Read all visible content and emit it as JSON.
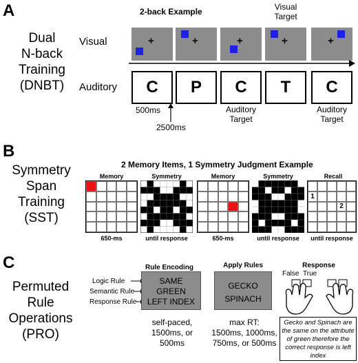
{
  "panel_a": {
    "letter": "A",
    "side_lines": [
      "Dual",
      "N-back",
      "Training",
      "(DNBT)"
    ],
    "example_title": "2-back Example",
    "visual_target_label": [
      "Visual",
      "Target"
    ],
    "visual_row_label": "Visual",
    "auditory_row_label": "Auditory",
    "letters": [
      "C",
      "P",
      "C",
      "T",
      "C"
    ],
    "duration_label": "500ms",
    "isi_label": "2500ms",
    "auditory_target_label": [
      "Auditory",
      "Target"
    ],
    "colors": {
      "stimulus_gray": "#8c8c8c",
      "target_square": "#1f1fe6"
    }
  },
  "panel_b": {
    "letter": "B",
    "side_lines": [
      "Symmetry",
      "Span",
      "Training",
      "(SST)"
    ],
    "example_title": "2 Memory Items, 1 Symmetry Judgment Example",
    "frames": [
      {
        "title": "Memory",
        "caption": "650-ms"
      },
      {
        "title": "Symmetry",
        "caption": "until response"
      },
      {
        "title": "Memory",
        "caption": "650-ms"
      },
      {
        "title": "Symmetry",
        "caption": "until response"
      },
      {
        "title": "Recall",
        "caption": "until response"
      }
    ],
    "recall_numbers": [
      "1",
      "2"
    ],
    "colors": {
      "memory_cell": "#ee1111"
    }
  },
  "panel_c": {
    "letter": "C",
    "side_lines": [
      "Permuted",
      "Rule",
      "Operations",
      "(PRO)"
    ],
    "rule_encoding_title": "Rule Encoding",
    "rule_labels": [
      "Logic Rule",
      "Semantic Rule",
      "Response Rule"
    ],
    "rule_box_lines": [
      "SAME",
      "GREEN",
      "LEFT INDEX"
    ],
    "rule_caption": [
      "self-paced,",
      "1500ms, or",
      "500ms"
    ],
    "apply_title": "Apply Rules",
    "apply_box_lines": [
      "GECKO",
      "SPINACH"
    ],
    "apply_caption": [
      "max RT:",
      "1500ms, 1000ms,",
      "750ms, or 500ms"
    ],
    "response_title": "Response",
    "false_label": "False",
    "true_label": "True",
    "response_note": "Gecko and Spinach are the same on the attribute of green therefore the correct response is left index"
  }
}
